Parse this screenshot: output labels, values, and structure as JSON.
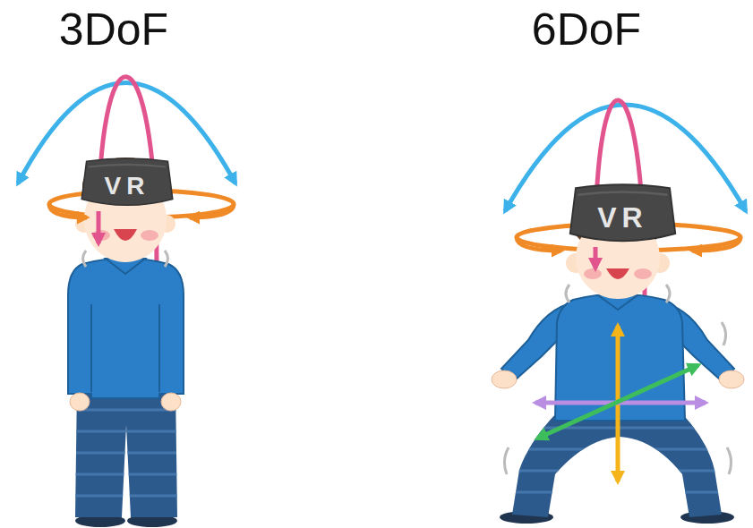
{
  "diagram": {
    "nodes": [
      {
        "text": [
          "VR"
        ]
      },
      {
        "text": [
          "VR"
        ]
      }
    ],
    "labels": [
      "3DoF",
      "6DoF"
    ]
  }
}
